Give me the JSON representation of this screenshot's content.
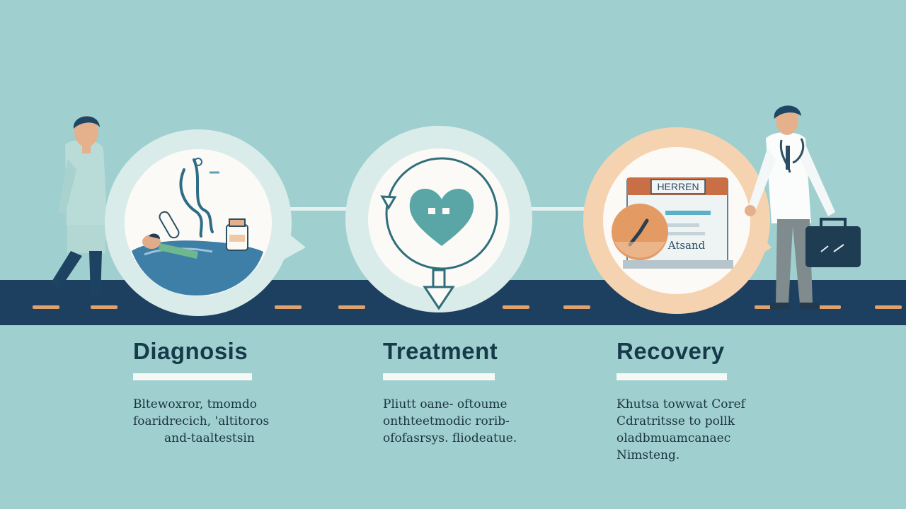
{
  "stages": [
    {
      "title": "Diagnosis",
      "description": [
        "Bltewoxror, tmomdo",
        "foaridrecich, 'altitoros",
        "and-taaltestsin"
      ],
      "icons": [
        "stethoscope-icon",
        "patient-bed-icon",
        "pill-icon",
        "medicine-jar-icon"
      ]
    },
    {
      "title": "Treatment",
      "description": [
        "Pliutt oane- oftoume",
        "onthteetmodic rorib-",
        "ofofasrsys. fliodeatue."
      ],
      "icons": [
        "cycle-arrow-icon",
        "heart-icon",
        "down-arrow-icon"
      ]
    },
    {
      "title": "Recovery",
      "description": [
        "Khutsa towwat Coref",
        "Cdratritsse to pollk",
        "oladbmuamcanaec",
        "Nimsteng."
      ],
      "icons": [
        "calendar-board-icon",
        "clock-icon"
      ],
      "board_header": "HERREN",
      "board_label": "Atsand"
    }
  ],
  "colors": {
    "background": "#9fcfcf",
    "road": "#1e4060",
    "road_dash": "#e2a06a",
    "recovery_ring": "#f5d3b1",
    "title_text": "#173a4a"
  }
}
